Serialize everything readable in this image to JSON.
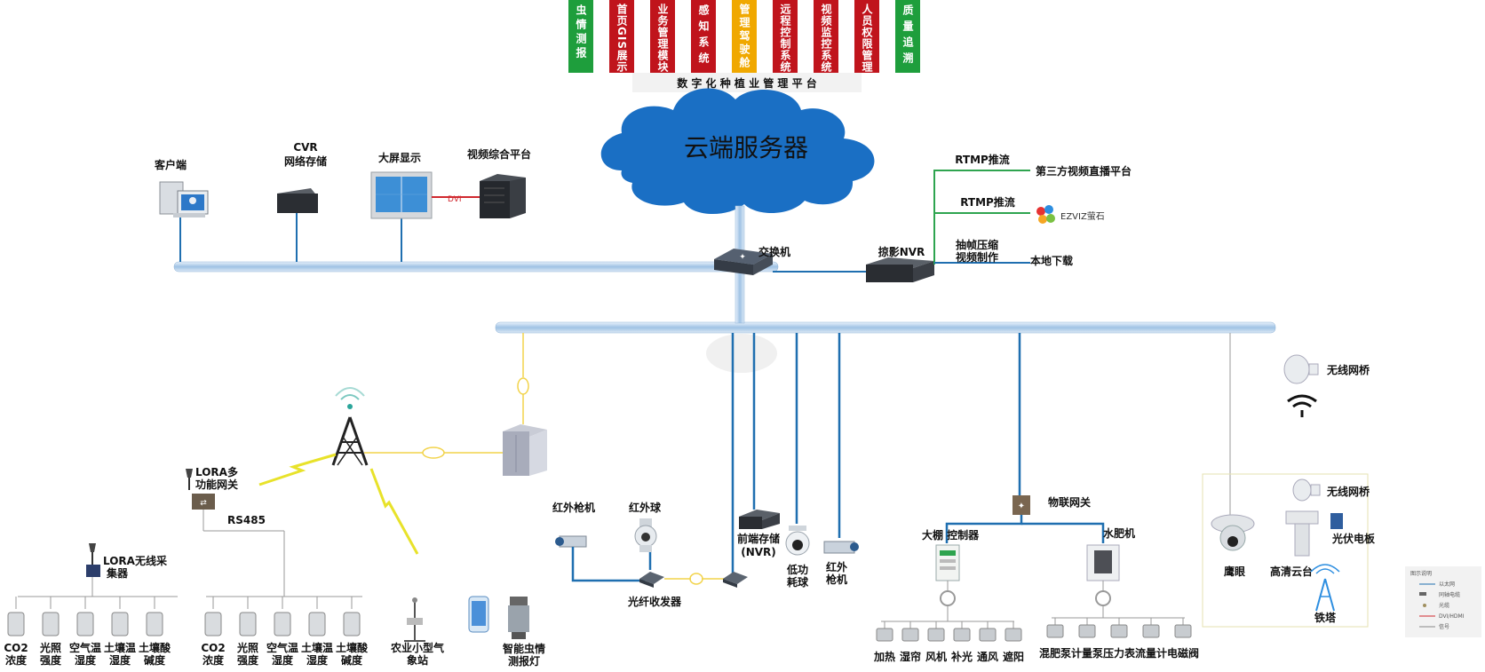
{
  "platform": {
    "title": "数 字 化 种 植 业 管 理 平 台",
    "tabs": [
      {
        "label": "虫情测报",
        "color": "#1e9e3c"
      },
      {
        "label": "首页GIS展示",
        "color": "#c0141c"
      },
      {
        "label": "业务管理模块",
        "color": "#c0141c"
      },
      {
        "label": "感知系统",
        "color": "#c0141c"
      },
      {
        "label": "管理驾驶舱",
        "color": "#f0a800"
      },
      {
        "label": "远程控制系统",
        "color": "#c0141c"
      },
      {
        "label": "视频监控系统",
        "color": "#c0141c"
      },
      {
        "label": "人员权限管理",
        "color": "#c0141c"
      },
      {
        "label": "质量追溯",
        "color": "#1e9e3c"
      }
    ]
  },
  "cloud": {
    "label": "云端服务器",
    "color": "#1a6fc4"
  },
  "top_devices": {
    "client": "客户端",
    "cvr_1": "CVR",
    "cvr_2": "网络存储",
    "big_screen": "大屏显示",
    "video_platform": "视频综合平台",
    "dvi": "DVI",
    "switch": "交换机",
    "nvr": "掠影NVR"
  },
  "nvr_outputs": {
    "rtmp_1": "RTMP推流",
    "third_party": "第三方视频直播平台",
    "rtmp_2": "RTMP推流",
    "ezviz": "EZVIZ萤石",
    "frame_1": "抽帧压缩",
    "frame_2": "视频制作",
    "download": "本地下载"
  },
  "lora": {
    "gateway_1": "LORA多",
    "gateway_2": "功能网关",
    "rs485": "RS485",
    "collector_1": "LORA无线采",
    "collector_2": "集器",
    "sensors_a": [
      [
        "CO2",
        "浓度"
      ],
      [
        "光照",
        "强度"
      ],
      [
        "空气温",
        "湿度"
      ],
      [
        "土壤温",
        "湿度"
      ],
      [
        "土壤酸",
        "碱度"
      ]
    ],
    "sensors_b": [
      [
        "CO2",
        "浓度"
      ],
      [
        "光照",
        "强度"
      ],
      [
        "空气温",
        "湿度"
      ],
      [
        "土壤温",
        "湿度"
      ],
      [
        "土壤酸",
        "碱度"
      ]
    ],
    "weather_1": "农业小型气",
    "weather_2": "象站",
    "insect_1": "智能虫情",
    "insect_2": "测报灯"
  },
  "video": {
    "ir_bullet": "红外枪机",
    "ir_dome": "红外球",
    "fiber": "光纤收发器",
    "nvr_1": "前端存储",
    "nvr_2": "(NVR)",
    "lowpower_1": "低功",
    "lowpower_2": "耗球",
    "ir_bullet2_1": "红外",
    "ir_bullet2_2": "枪机"
  },
  "iot": {
    "gateway": "物联网关",
    "controller": "大棚  控制器",
    "fertilizer": "水肥机",
    "greenhouse_items": [
      "加热",
      "湿帘",
      "风机",
      "补光",
      "通风",
      "遮阳"
    ],
    "fertilizer_items": [
      "混肥泵",
      "计量泵",
      "压力表",
      "流量计",
      "电磁阀"
    ]
  },
  "wireless": {
    "bridge_top": "无线网桥",
    "bridge_box": "无线网桥",
    "eagle_eye": "鹰眼",
    "ptz": "高清云台",
    "solar": "光伏电板",
    "tower": "铁塔"
  },
  "legend": {
    "title": "图示说明",
    "items": [
      "以太网",
      "同轴电缆",
      "光缆",
      "DVI/HDMI",
      "信号"
    ]
  },
  "colors": {
    "bus": "#a9c8e6",
    "link_blue": "#1f6fb0",
    "link_green": "#2ea44f",
    "fiber_yellow": "#f2d34a",
    "gray_line": "#9a9a9a"
  }
}
